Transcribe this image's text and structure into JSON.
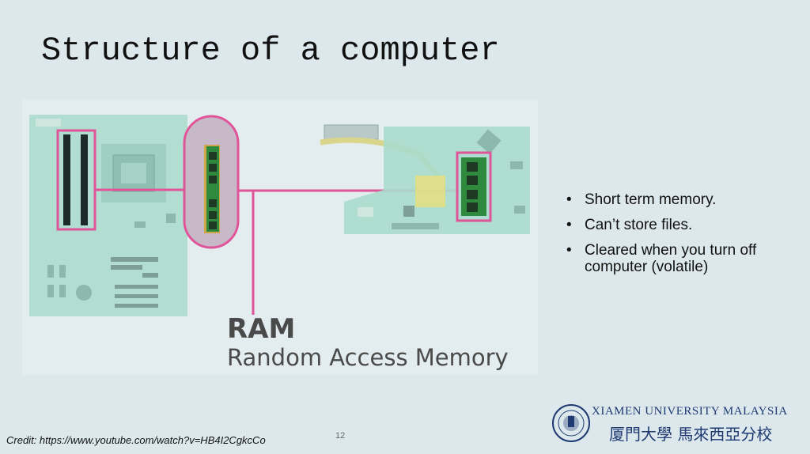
{
  "slide": {
    "title": "Structure of a computer",
    "page_number": "12"
  },
  "figure": {
    "label_main": "RAM",
    "label_sub": "Random Access Memory",
    "highlight_color": "#e0559a"
  },
  "bullets": [
    "Short term memory.",
    "Can’t store files.",
    "Cleared when you turn off computer (volatile)"
  ],
  "credit": "Credit: https://www.youtube.com/watch?v=HB4I2CgkcCo",
  "logo": {
    "name_en": "XIAMEN UNIVERSITY MALAYSIA",
    "name_cn": "厦門大學 馬來西亞分校"
  },
  "colors": {
    "background": "#dde8ec",
    "board": "#a8dccb",
    "logo_blue": "#1f3a73"
  }
}
